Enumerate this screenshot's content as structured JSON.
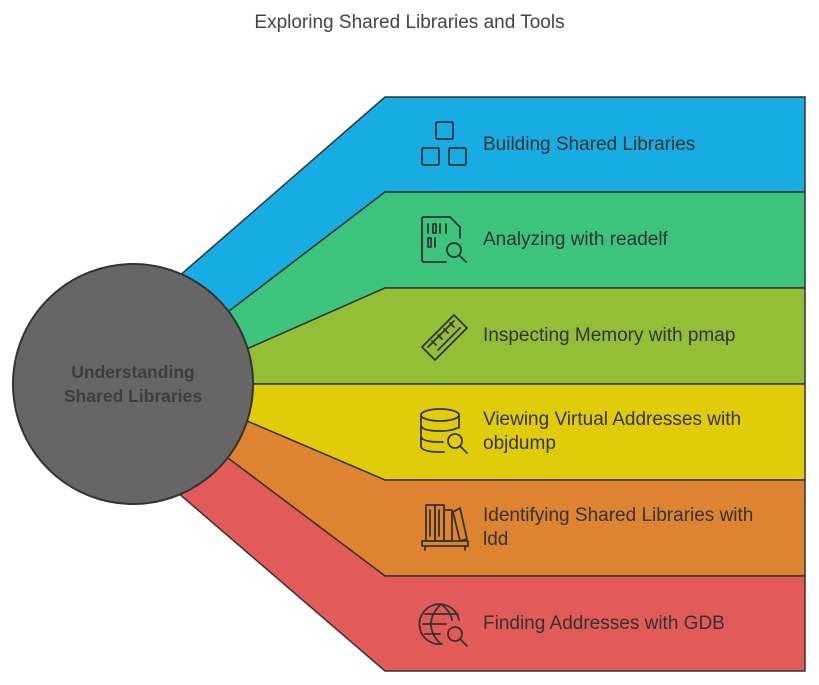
{
  "title": "Exploring Shared Libraries and Tools",
  "center": {
    "label_line1": "Understanding",
    "label_line2": "Shared Libraries",
    "color": "#666666"
  },
  "items": [
    {
      "label": "Building Shared Libraries",
      "icon": "blocks-icon",
      "color": "#17ADE2"
    },
    {
      "label": "Analyzing with readelf",
      "icon": "binary-file-search-icon",
      "color": "#3CC47C"
    },
    {
      "label": "Inspecting Memory with pmap",
      "icon": "memory-chip-icon",
      "color": "#93BE35"
    },
    {
      "label": "Viewing Virtual Addresses with objdump",
      "icon": "database-search-icon",
      "color": "#E1CC0A"
    },
    {
      "label": "Identifying Shared Libraries with ldd",
      "icon": "library-books-icon",
      "color": "#DE8431"
    },
    {
      "label": "Finding Addresses with GDB",
      "icon": "globe-search-icon",
      "color": "#E25B58"
    }
  ]
}
